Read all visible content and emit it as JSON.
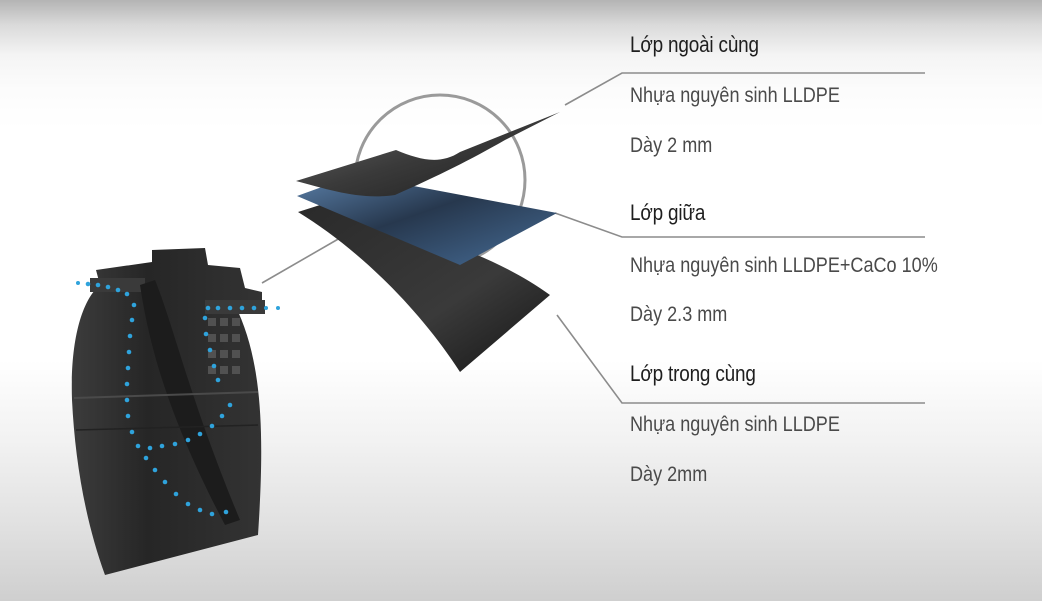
{
  "layers": [
    {
      "name": "Lớp ngoài cùng",
      "material": "Nhựa nguyên sinh LLDPE",
      "thickness": "Dày 2 mm",
      "color": "#2b2b2b"
    },
    {
      "name": "Lớp giữa",
      "material": "Nhựa nguyên sinh LLDPE+CaCo 10%",
      "thickness": "Dày 2.3 mm",
      "color": "#3f5f85"
    },
    {
      "name": "Lớp trong cùng",
      "material": "Nhựa nguyên sinh LLDPE",
      "thickness": "Dày 2mm",
      "color": "#1f1f1f"
    }
  ],
  "colors": {
    "tank_body": "#2e2e2e",
    "flow_dots": "#2fa3dc",
    "leader_lines": "#8c8c8c",
    "title_text": "#1e1e1e",
    "detail_text": "#4a4a4a"
  }
}
